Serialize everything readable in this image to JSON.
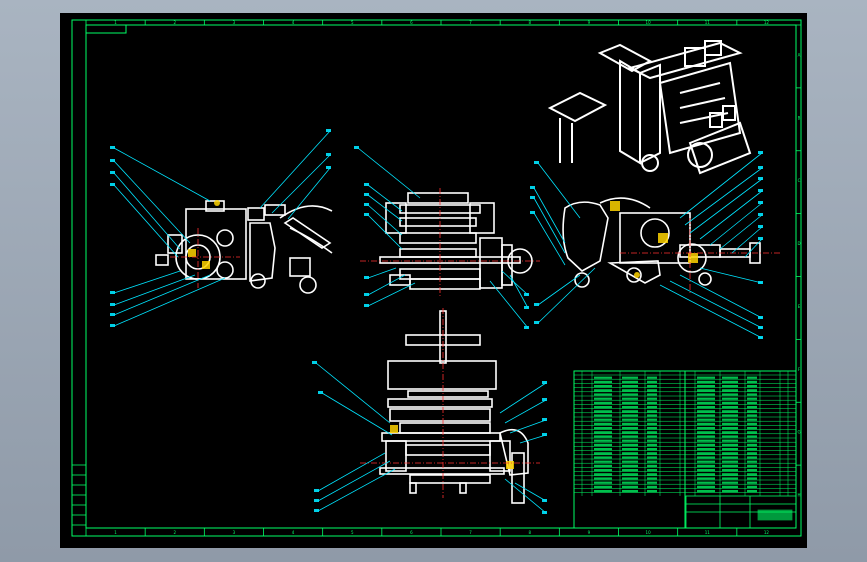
{
  "drawing": {
    "background_color": "#000000",
    "viewport_bg": "#9aa5b2",
    "line_colors": {
      "geometry": "#ffffff",
      "leader": "#00e5ff",
      "frame": "#00ff66",
      "hatch": "#ffd400",
      "centerline": "#ff3030"
    },
    "zone_labels_top": [
      "1",
      "2",
      "3",
      "4",
      "5",
      "6",
      "7",
      "8",
      "9",
      "10",
      "11",
      "12"
    ],
    "zone_labels_side": [
      "A",
      "B",
      "C",
      "D",
      "E",
      "F",
      "G",
      "H"
    ]
  }
}
